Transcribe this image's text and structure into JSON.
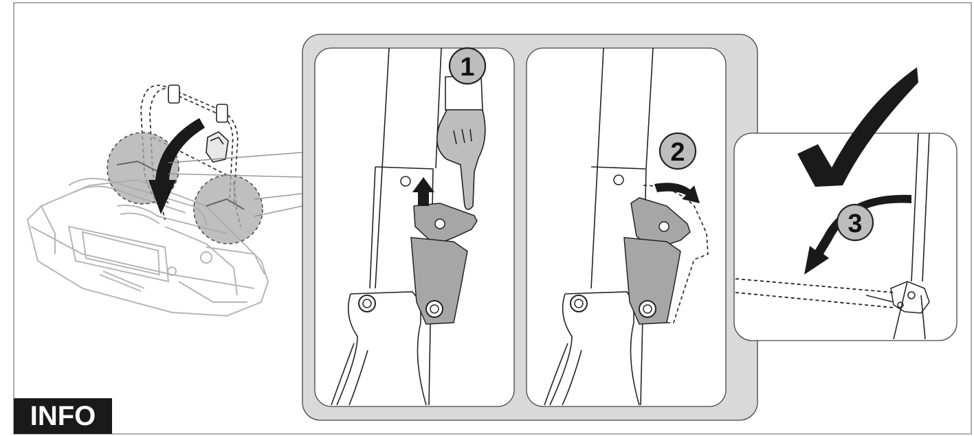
{
  "info_label": "INFO",
  "steps": [
    {
      "number": "1"
    },
    {
      "number": "2"
    },
    {
      "number": "3"
    }
  ],
  "colors": {
    "frame_gray": "#d9d9d9",
    "part_gray": "#a6a6a6",
    "ink": "#1a1a1a",
    "badge_bg": "#1a1a1a"
  },
  "icons": {
    "check": "checkmark-icon",
    "arrow_up": "arrow-up-icon",
    "curved_arrows": "curved-arrow-icon"
  }
}
